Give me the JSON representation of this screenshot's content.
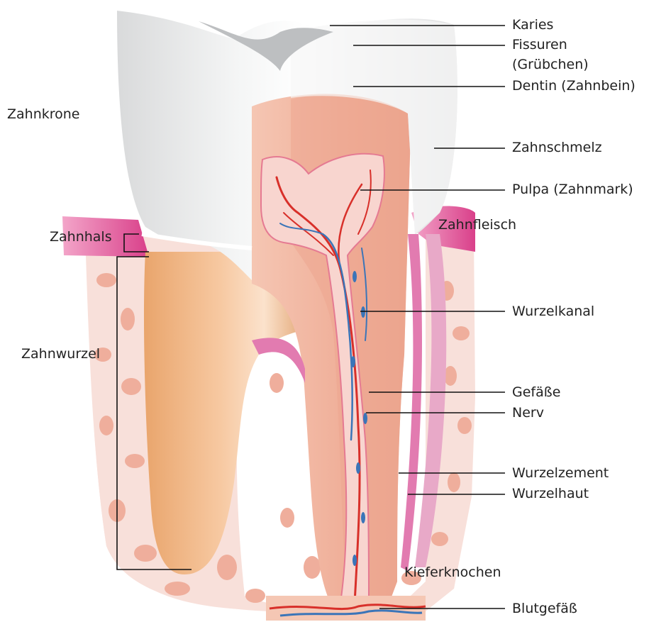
{
  "labels": {
    "karies": "Karies",
    "fissuren_1": "Fissuren",
    "fissuren_2": "(Grübchen)",
    "dentin": "Dentin (Zahnbein)",
    "zahnkrone": "Zahnkrone",
    "zahnschmelz": "Zahnschmelz",
    "pulpa": "Pulpa (Zahnmark)",
    "zahnhals": "Zahnhals",
    "zahnfleisch": "Zahnfleisch",
    "wurzelkanal": "Wurzelkanal",
    "zahnwurzel": "Zahnwurzel",
    "gefaesse": "Gefäße",
    "nerv": "Nerv",
    "wurzelzement": "Wurzelzement",
    "wurzelhaut": "Wurzelhaut",
    "kieferknochen": "Kieferknochen",
    "blutgefaess": "Blutgefäß"
  },
  "colors": {
    "enamel": "#f1f2f2",
    "dentin": "#f2b39d",
    "pulp": "#f6cfc6",
    "nerve_red": "#d8302a",
    "nerve_blue": "#3b75b8",
    "gum": "#e0569a",
    "bone": "#f7dcd6",
    "bone_pore": "#efae9c",
    "root_outer": "#efb584"
  }
}
